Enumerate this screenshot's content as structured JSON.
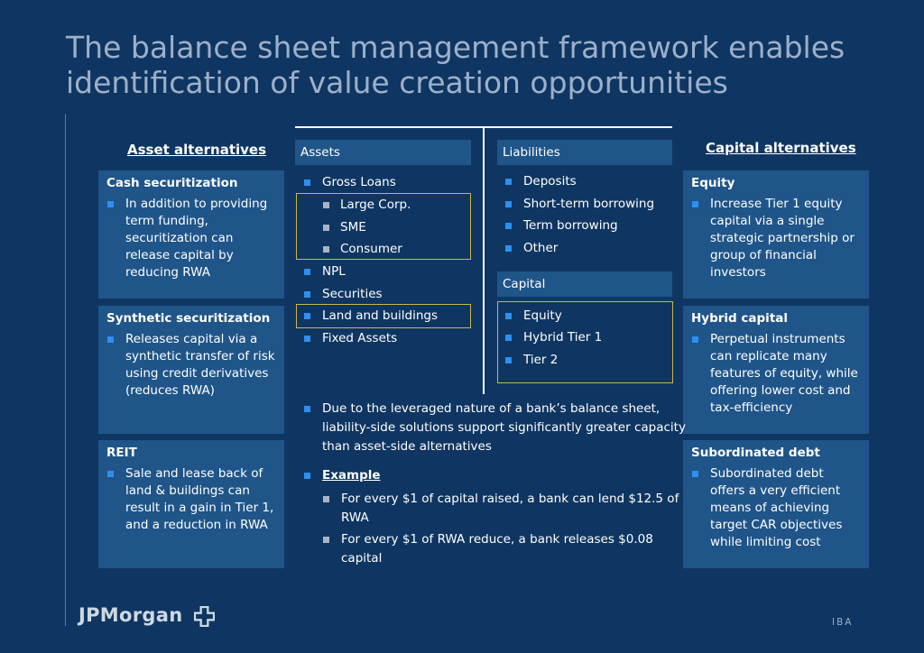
{
  "title": "The balance sheet management framework enables identification of value creation opportunities",
  "asset_alternatives": {
    "heading": "Asset alternatives",
    "boxes": [
      {
        "title": "Cash securitization",
        "bullets": [
          "In addition to providing term funding, securitization can release capital by reducing RWA"
        ]
      },
      {
        "title": "Synthetic securitization",
        "bullets": [
          "Releases capital via a synthetic transfer of risk using credit derivatives (reduces RWA)"
        ]
      },
      {
        "title": "REIT",
        "bullets": [
          "Sale and lease back of land & buildings can result in a gain in Tier 1, and a reduction in RWA"
        ]
      }
    ]
  },
  "capital_alternatives": {
    "heading": "Capital alternatives",
    "boxes": [
      {
        "title": "Equity",
        "bullets": [
          "Increase Tier 1 equity capital via a single strategic partnership or group  of financial investors"
        ]
      },
      {
        "title": "Hybrid capital",
        "bullets": [
          "Perpetual instruments can replicate many features of equity, while offering lower cost and tax-efficiency"
        ]
      },
      {
        "title": "Subordinated debt",
        "bullets": [
          "Subordinated debt offers a very efficient means of achieving target CAR objectives while limiting cost"
        ]
      }
    ]
  },
  "assets": {
    "label": "Assets",
    "items": [
      "Gross Loans",
      "Large Corp.",
      "SME",
      "Consumer",
      "NPL",
      "Securities",
      "Land and buildings",
      "Fixed Assets"
    ]
  },
  "liabilities": {
    "label": "Liabilities",
    "items": [
      "Deposits",
      "Short-term borrowing",
      "Term borrowing",
      "Other"
    ]
  },
  "capital": {
    "label": "Capital",
    "items": [
      "Equity",
      "Hybrid Tier 1",
      "Tier 2"
    ]
  },
  "notes": {
    "leverage": "Due to the leveraged nature of a bank’s balance sheet, liability-side solutions support significantly greater capacity than asset-side alternatives",
    "example_label": "Example",
    "example_items": [
      "For every $1 of capital raised, a bank can lend $12.5 of RWA",
      "For every $1 of RWA reduce, a bank releases $0.08 capital"
    ]
  },
  "footer": {
    "logo": "JPMorgan",
    "code": "IBA"
  },
  "colors": {
    "background": "#0f3662",
    "box": "#1f5589",
    "bullet": "#2f8ff0",
    "highlight": "#c8b84a"
  }
}
